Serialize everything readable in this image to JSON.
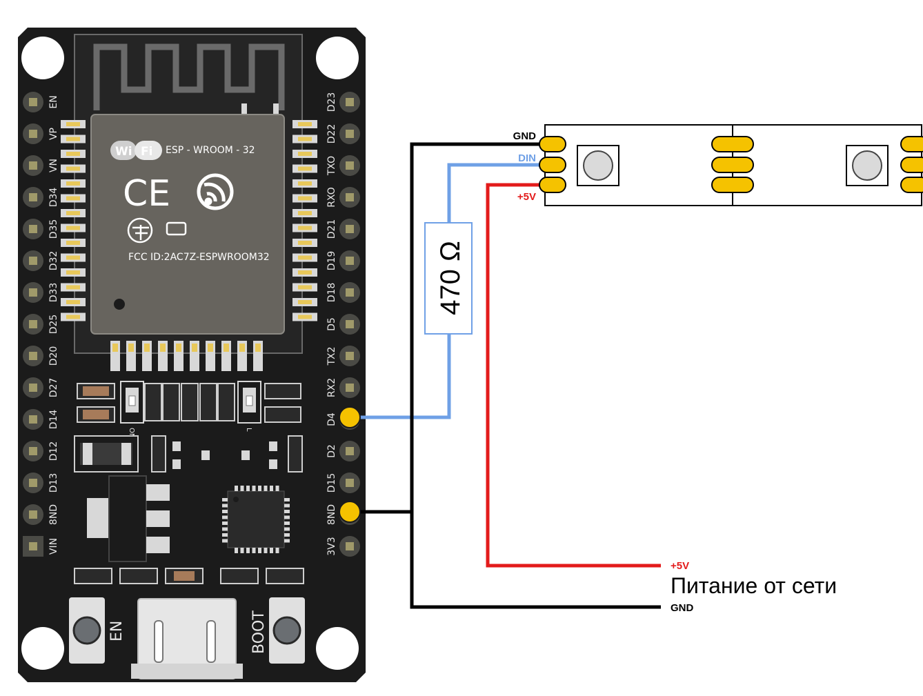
{
  "board": {
    "left_pins": [
      "EN",
      "VP",
      "VN",
      "D34",
      "D35",
      "D32",
      "D33",
      "D25",
      "D20",
      "D27",
      "D14",
      "D12",
      "D13",
      "8ND",
      "VIN"
    ],
    "right_pins": [
      "D23",
      "D22",
      "TXO",
      "RXO",
      "D21",
      "D19",
      "D18",
      "D5",
      "TX2",
      "RX2",
      "D4",
      "D2",
      "D15",
      "8ND",
      "3V3"
    ],
    "module_model": "ESP - WROOM - 32",
    "wifi_label_wi": "Wi",
    "wifi_label_fi": "Fi",
    "ce_mark": "CE",
    "fcc_id": "FCC ID:2AC7Z-ESPWROOM32",
    "led_on_label": "ON",
    "led_l_label": "L",
    "button_en": "EN",
    "button_boot": "BOOT"
  },
  "strip": {
    "pin_gnd": "GND",
    "pin_din": "DIN",
    "pin_5v": "+5V"
  },
  "resistor": {
    "label": "470 Ω"
  },
  "power": {
    "plus_label": "+5V",
    "title": "Питание от сети",
    "gnd_label": "GND"
  },
  "colors": {
    "data_wire": "#6fa0e6",
    "power_wire": "#e31b1b",
    "gnd_wire": "#000000",
    "pad_yellow": "#f5c200",
    "board_bg": "#1b1b1b",
    "module": "#67645e"
  }
}
